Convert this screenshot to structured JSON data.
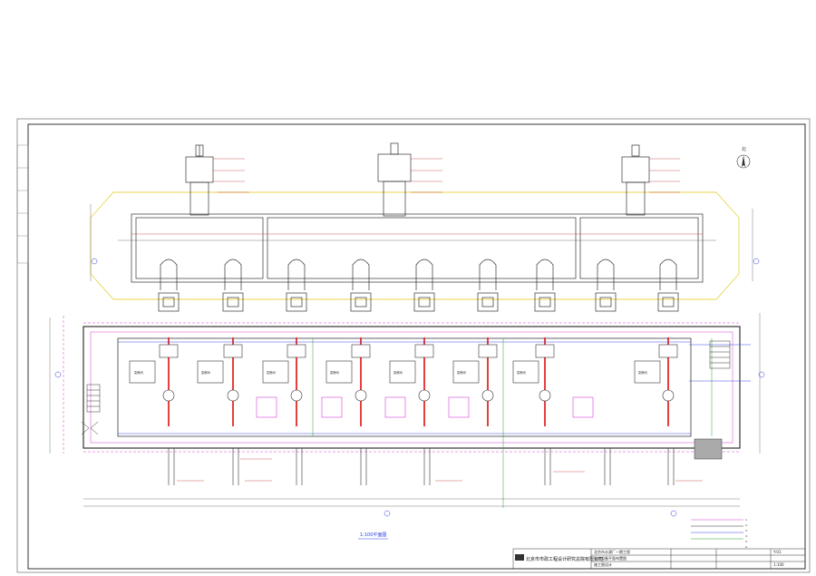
{
  "drawing": {
    "caption": "1:100平面图",
    "north_letter": "北",
    "room_labels": [
      "泵房间",
      "泵房间",
      "泵房间",
      "泵房间",
      "泵房间",
      "泵房间",
      "泵房间",
      "泵房间"
    ],
    "notes": [
      "1.",
      "2.",
      "3.",
      "4.",
      "5.",
      "6."
    ]
  },
  "title_block": {
    "company": "北京市市政工程设计研究总院有限公司",
    "project": "北京市水源厂一期工程",
    "sheet_name": "泵站设备平面布置图",
    "stage": "施工图设计",
    "drawing_no": "Y-01",
    "scale": "1:100"
  },
  "colors": {
    "wall": "#222222",
    "pipe_red": "#e02a2a",
    "pipe_magenta": "#d43fd4",
    "pipe_blue": "#3a46e0",
    "pipe_green": "#2aa02a",
    "outline_yellow": "#e8d64a"
  }
}
